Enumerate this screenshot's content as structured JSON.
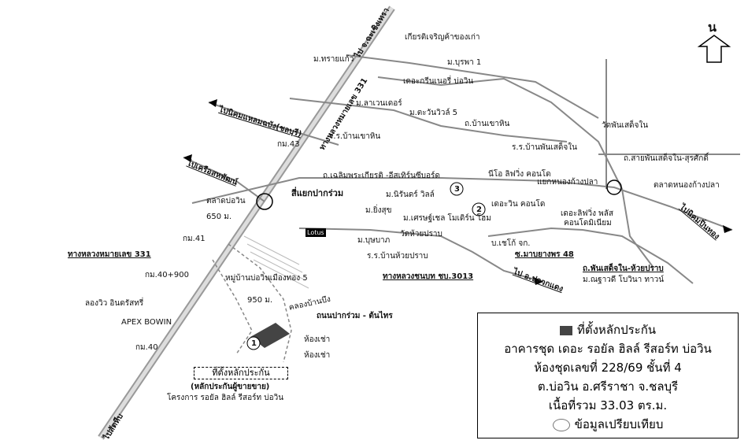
{
  "north": {
    "label": "น"
  },
  "roads": {
    "sukhumvit_north": "ไป จ.ฉะเชิงเทรา",
    "sukhumvit_south": "ไปสัตหีบ",
    "highway331_top": "ทางหลวงหมายเลข 331",
    "highway331_bottom": "ทางหลวงหมายเลข 331",
    "to_laem_chabang": "ไปนิคมแหลมฉบัง(ชลบุรี)",
    "to_kaeng_hang_maeo": "ไปเครือสหพัฒน์",
    "rural_3013": "ทางหลวงชนบท ชบ.3013",
    "to_pluak_daeng": "ไป อ.ปลวกแดง",
    "to_pinthong": "ไปนิคมปิ่นทอง",
    "chaloem_road": "ถ.เฉลิมพระเกียรติ -อีสเทิร์นซีบอร์ด",
    "ban_khao_hin_road": "ถ.บ้านเขาหิน",
    "sai_phan_road": "ถ.สายพันเสด็จใน-สุรศักดิ์",
    "phan_huai_road": "ถ.พันเสด็จใน-ห้วยปราบ",
    "pakruam_road": "ถนนปากร่วม - ต้นไทร",
    "canal": "คลองบ้านบึง"
  },
  "places": {
    "kiattisak": "เกียรติเจริญค้าของเก่า",
    "m_sai_kaew": "ม.ทรายแก้ว",
    "m_buppha": "ม.บุรพา 1",
    "green_nursery": "เดอะกรีนเนอรี่ บ่อวิน",
    "m_lavender": "ม.ลาเวนเดอร์",
    "m_tawan_wiw": "ม.ตะวันวิวล์ 5",
    "wat_phan": "วัดพันเสด็จใน",
    "school_khao_hin": "ร.ร.บ้านเขาหิน",
    "school_phan": "ร.ร.บ้านพันเสด็จใน",
    "km43": "กม.43",
    "niyo": "นีโอ ลิฟวิ่ง คอนโด",
    "m_nirun": "ม.นิรันดร์ วิลล์",
    "sirae": "สี่แยกปากร่วม",
    "talad_bowin": "ตลาดบ่อวิน",
    "yaek_nong_kang": "แยกหนองก้างปลา",
    "talad_nong_kang": "ตลาดหนองก้างปลา",
    "dist650": "650 ม.",
    "m_ying_suk": "ม.ยิ่งสุข",
    "bowin_condo": "เดอะวิน คอนโด",
    "the_living": "เดอะลิฟวิ่ง พลัส",
    "condominium": "คอนโดมิเนียม",
    "m_setchanok": "ม.เศรษฐ์เชล โมเดิร์น โฮม",
    "m_bussaba": "ม.บุษบาภ",
    "lotus": "Lotus",
    "wat_huai": "วัดห้วยปราบ",
    "b_choho": "บ.เชโก้ จก.",
    "km41": "กม.41",
    "soi_mayang": "ซ.มาบยางพร 48",
    "school_huai": "ร.ร.บ้านห้วยปราบ",
    "hwy331_label": "ทางหลวงหมายเลข 331",
    "m_bowin_muang": "หมู่บ้านบ่อวินเมืองทอง 5",
    "km40_900": "กม.40+900",
    "dist950": "950 ม.",
    "laung_wiw": "ลองวิว อินดรัสทรี่",
    "apex": "APEX BOWIN",
    "m_nunthawee": "ม.ณฐาวดี โบวินา ทาวน์",
    "room_rent_1": "ห้องเช่า",
    "room_rent_2": "ห้องเช่า",
    "km40": "กม.40",
    "subject_box": "ที่ตั้งหลักประกัน",
    "subject_caption1": "(หลักประกันผู้ขายขาย)",
    "subject_caption2": "โครงการ รอยัล ฮิลล์ รีสอร์ท บ่อวิน",
    "num1": "1",
    "num2": "2",
    "num3": "3"
  },
  "legend": {
    "title": "ที่ตั้งหลักประกัน",
    "line2": "อาคารชุด เดอะ รอยัล ฮิลล์ รีสอร์ท บ่อวิน",
    "line3": "ห้องชุดเลขที่ 228/69 ชั้นที่ 4",
    "line4": "ต.บ่อวิน อ.ศรีราชา จ.ชลบุรี",
    "line5": "เนื้อที่รวม 33.03 ตร.ม.",
    "line6": "ข้อมูลเปรียบเทียบ"
  }
}
